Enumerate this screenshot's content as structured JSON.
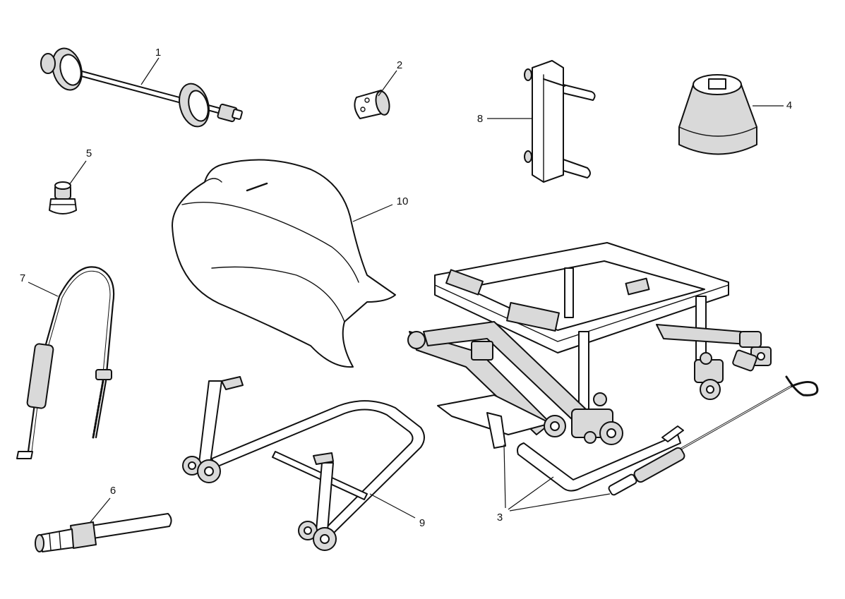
{
  "diagram": {
    "background": "#ffffff",
    "line_color": "#111111",
    "shade_color": "#d9d9d9",
    "callouts": [
      {
        "id": "c1",
        "label": "1"
      },
      {
        "id": "c2",
        "label": "2"
      },
      {
        "id": "c3",
        "label": "3"
      },
      {
        "id": "c4",
        "label": "4"
      },
      {
        "id": "c5",
        "label": "5"
      },
      {
        "id": "c6",
        "label": "6"
      },
      {
        "id": "c7",
        "label": "7"
      },
      {
        "id": "c8",
        "label": "8"
      },
      {
        "id": "c9",
        "label": "9"
      },
      {
        "id": "c10",
        "label": "10"
      }
    ]
  }
}
